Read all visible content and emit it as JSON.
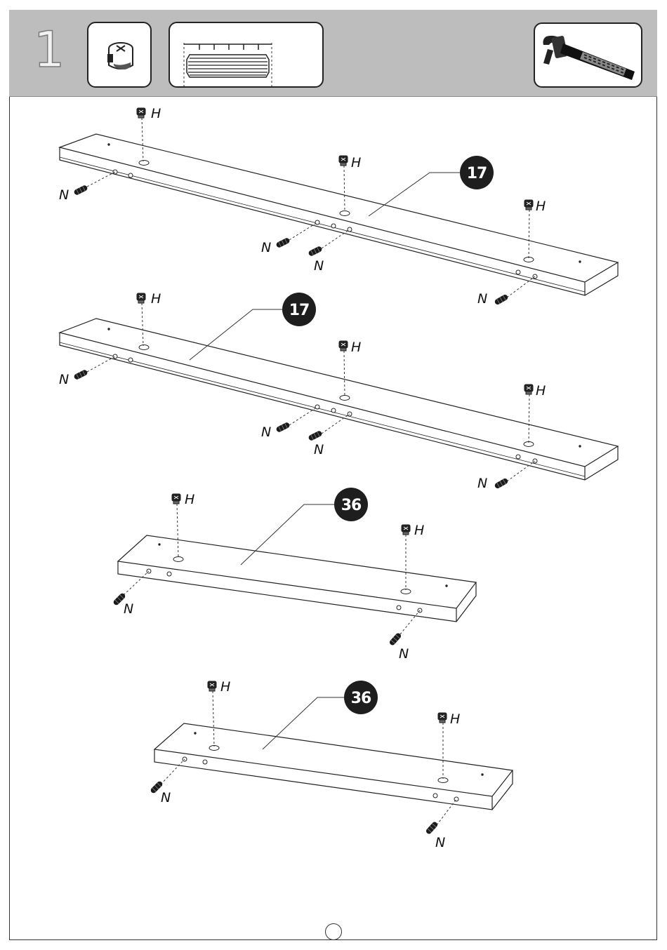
{
  "header": {
    "step_number": "1",
    "tool_icons": [
      "cam-lock-icon",
      "dowel-icon",
      "hammer-icon"
    ]
  },
  "labels": {
    "cam": "H",
    "bolt": "N"
  },
  "parts": [
    {
      "number": "17",
      "cam_count": 3,
      "bolt_count": 4
    },
    {
      "number": "17",
      "cam_count": 3,
      "bolt_count": 4
    },
    {
      "number": "36",
      "cam_count": 2,
      "bolt_count": 2
    },
    {
      "number": "36",
      "cam_count": 2,
      "bolt_count": 2
    }
  ],
  "colors": {
    "header_bg": "#bdbdbd",
    "badge": "#1e1e1e",
    "line": "#222222"
  }
}
